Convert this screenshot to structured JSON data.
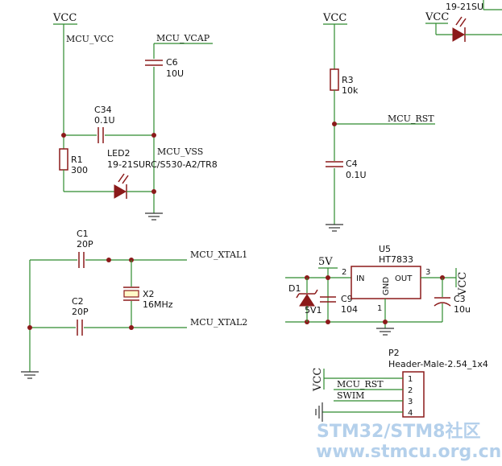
{
  "nets": {
    "vcc": "VCC",
    "mcu_vcc": "MCU_VCC",
    "mcu_vcap": "MCU_VCAP",
    "mcu_vss": "MCU_VSS",
    "mcu_rst": "MCU_RST",
    "mcu_xtal1": "MCU_XTAL1",
    "mcu_xtal2": "MCU_XTAL2",
    "v5": "5V",
    "swim": "SWIM"
  },
  "components": {
    "r1": {
      "ref": "R1",
      "value": "300"
    },
    "c34": {
      "ref": "C34",
      "value": "0.1U"
    },
    "c6": {
      "ref": "C6",
      "value": "10U"
    },
    "led2": {
      "ref": "LED2",
      "value": "19-21SURC/S530-A2/TR8"
    },
    "r3": {
      "ref": "R3",
      "value": "10k"
    },
    "c4": {
      "ref": "C4",
      "value": "0.1U"
    },
    "c1": {
      "ref": "C1",
      "value": "20P"
    },
    "c2": {
      "ref": "C2",
      "value": "20P"
    },
    "x2": {
      "ref": "X2",
      "value": "16MHz"
    },
    "u5": {
      "ref": "U5",
      "value": "HT7833",
      "pin_in": "IN",
      "pin_out": "OUT",
      "pin_gnd": "GND",
      "pin1": "1",
      "pin2": "2",
      "pin3": "3"
    },
    "d1": {
      "ref": "D1",
      "value": "5V1"
    },
    "c9": {
      "ref": "C9",
      "value": "104"
    },
    "c3": {
      "ref": "C3",
      "value": "10u"
    },
    "p2": {
      "ref": "P2",
      "value": "Header-Male-2.54_1x4",
      "pins": [
        "1",
        "2",
        "3",
        "4"
      ]
    },
    "led_top": {
      "value": "19-21SU"
    }
  },
  "watermark": {
    "line1": "STM32/STM8社区",
    "line2": "www.stmcu.org.cn"
  },
  "colors": {
    "wire": "#2e8b2e",
    "component": "#8b1a1a",
    "crystal_body": "#fff9c8",
    "watermark": "#a8c8e8"
  }
}
